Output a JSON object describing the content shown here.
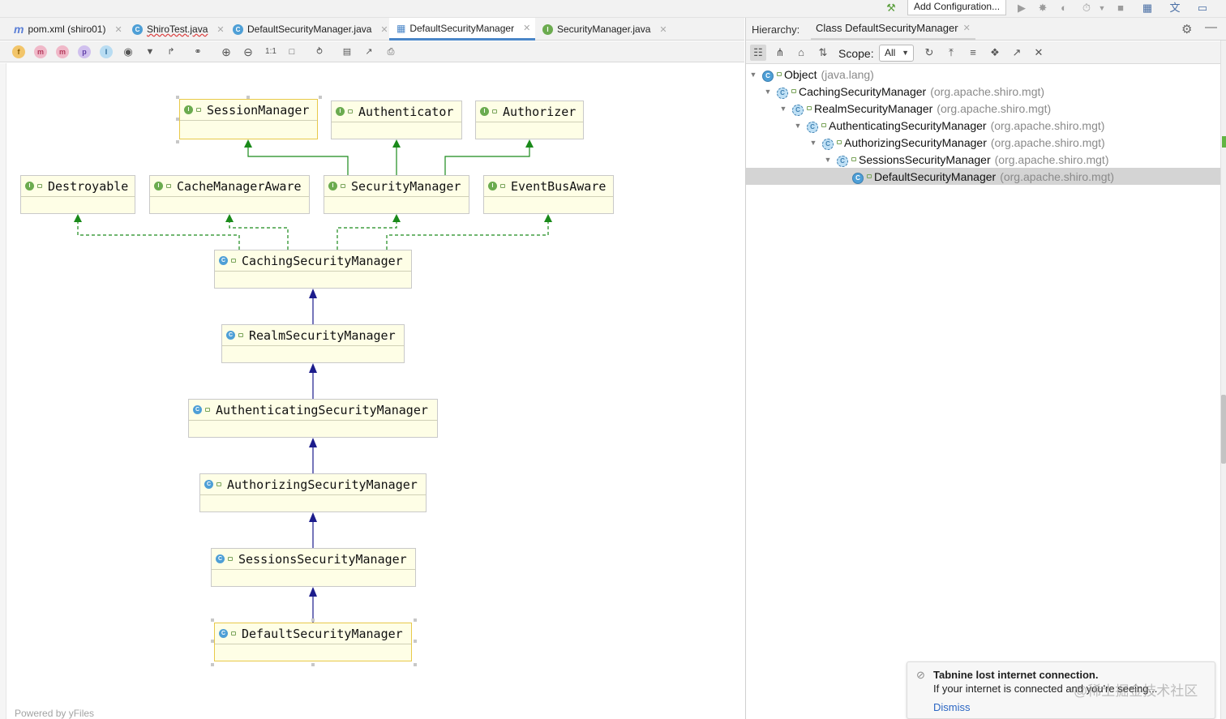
{
  "toolbar_top": {
    "add_configuration_label": "Add Configuration...",
    "icons": [
      "hammer-icon",
      "run-icon",
      "debug-icon",
      "coverage-icon",
      "profile-icon",
      "stop-icon",
      "project-structure-icon",
      "translate-icon",
      "window-icon"
    ]
  },
  "editor_tabs": [
    {
      "label": "pom.xml (shiro01)",
      "icon": "maven-icon",
      "active": false
    },
    {
      "label": "ShiroTest.java",
      "icon": "class-icon",
      "active": false
    },
    {
      "label": "DefaultSecurityManager.java",
      "icon": "class-icon",
      "active": false
    },
    {
      "label": "DefaultSecurityManager",
      "icon": "diagram-icon",
      "active": true
    },
    {
      "label": "SecurityManager.java",
      "icon": "interface-icon",
      "active": false
    }
  ],
  "diagram_toolbar": {
    "badges": [
      "f",
      "m",
      "m",
      "p",
      "I"
    ],
    "zoom_actual_label": "1:1"
  },
  "diagram": {
    "nodes": {
      "session_manager": "SessionManager",
      "authenticator": "Authenticator",
      "authorizer": "Authorizer",
      "destroyable": "Destroyable",
      "cache_manager_aware": "CacheManagerAware",
      "security_manager": "SecurityManager",
      "event_bus_aware": "EventBusAware",
      "caching_security_manager": "CachingSecurityManager",
      "realm_security_manager": "RealmSecurityManager",
      "authenticating_security_manager": "AuthenticatingSecurityManager",
      "authorizing_security_manager": "AuthorizingSecurityManager",
      "sessions_security_manager": "SessionsSecurityManager",
      "default_security_manager": "DefaultSecurityManager"
    },
    "powered_by": "Powered by yFiles",
    "colors": {
      "interface_edge": "#1a8a1a",
      "class_edge": "#1c1c8c",
      "node_fill": "#fefee6"
    }
  },
  "hierarchy": {
    "label": "Hierarchy:",
    "tab_label": "Class DefaultSecurityManager",
    "scope_label": "Scope:",
    "scope_value": "All",
    "tree": [
      {
        "name": "Object",
        "pkg": "(java.lang)"
      },
      {
        "name": "CachingSecurityManager",
        "pkg": "(org.apache.shiro.mgt)"
      },
      {
        "name": "RealmSecurityManager",
        "pkg": "(org.apache.shiro.mgt)"
      },
      {
        "name": "AuthenticatingSecurityManager",
        "pkg": "(org.apache.shiro.mgt)"
      },
      {
        "name": "AuthorizingSecurityManager",
        "pkg": "(org.apache.shiro.mgt)"
      },
      {
        "name": "SessionsSecurityManager",
        "pkg": "(org.apache.shiro.mgt)"
      },
      {
        "name": "DefaultSecurityManager",
        "pkg": "(org.apache.shiro.mgt)"
      }
    ]
  },
  "notification": {
    "title": "Tabnine lost internet connection.",
    "body": "If your internet is connected and you're seeing...",
    "dismiss_label": "Dismiss"
  },
  "watermark": "@稀土掘金技术社区"
}
